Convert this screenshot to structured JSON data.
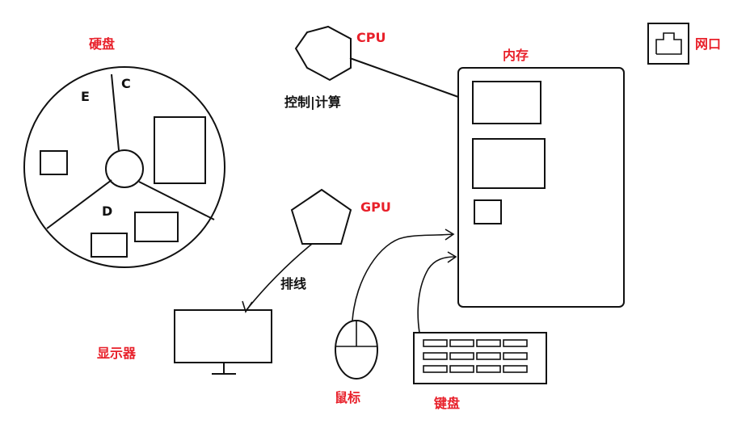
{
  "labels": {
    "disk": "硬盘",
    "partition_c": "C",
    "partition_d": "D",
    "partition_e": "E",
    "cpu": "CPU",
    "cpu_function": "控制|计算",
    "memory": "内存",
    "network_port": "网口",
    "gpu": "GPU",
    "cable": "排线",
    "monitor": "显示器",
    "mouse": "鼠标",
    "keyboard": "键盘"
  },
  "colors": {
    "label_red": "#e8202a",
    "label_black": "#111111",
    "stroke": "#111111",
    "background": "#ffffff"
  },
  "icons": {
    "cpu": "hexagon",
    "gpu": "pentagon",
    "network_port": "ethernet-port-icon",
    "mouse": "mouse-icon",
    "keyboard": "keyboard-icon",
    "monitor": "monitor-icon"
  }
}
